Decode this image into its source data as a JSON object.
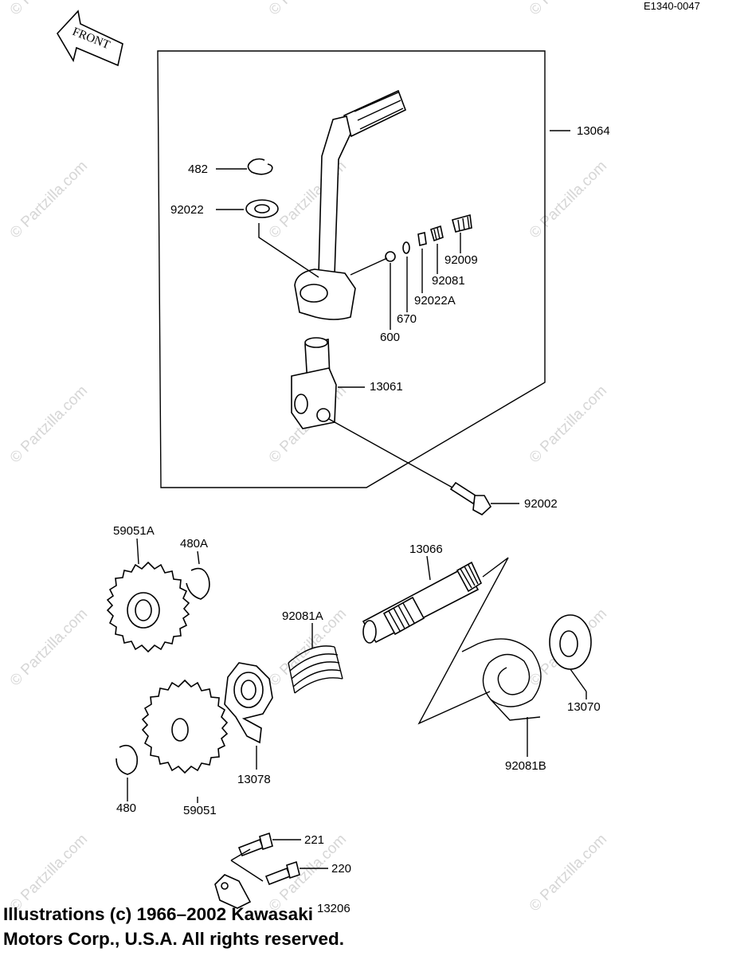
{
  "diagram_code": "E1340-0047",
  "front_label": "FRONT",
  "watermark": "© Partzilla.com",
  "copyright": {
    "line1": "Illustrations (c) 1966–2002 Kawasaki",
    "line2": "Motors Corp., U.S.A.  All rights reserved."
  },
  "parts": [
    {
      "id": "13064"
    },
    {
      "id": "482"
    },
    {
      "id": "92022"
    },
    {
      "id": "92009"
    },
    {
      "id": "92081"
    },
    {
      "id": "92022A"
    },
    {
      "id": "670"
    },
    {
      "id": "600"
    },
    {
      "id": "13061"
    },
    {
      "id": "92002"
    },
    {
      "id": "59051A"
    },
    {
      "id": "480A"
    },
    {
      "id": "13066"
    },
    {
      "id": "92081A"
    },
    {
      "id": "13070"
    },
    {
      "id": "92081B"
    },
    {
      "id": "13078"
    },
    {
      "id": "480"
    },
    {
      "id": "59051"
    },
    {
      "id": "221"
    },
    {
      "id": "220"
    },
    {
      "id": "13206"
    }
  ]
}
